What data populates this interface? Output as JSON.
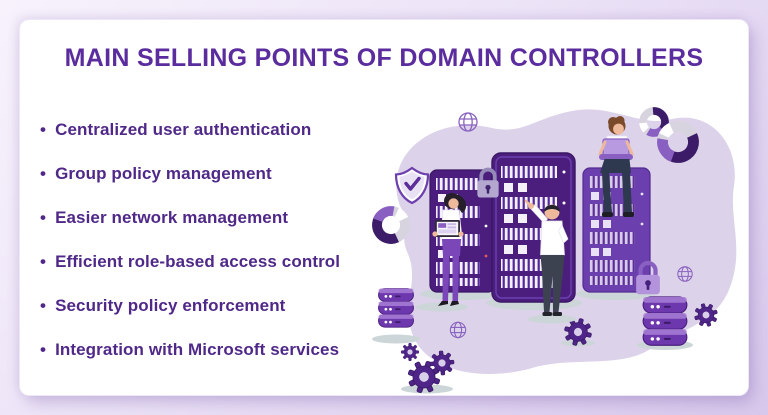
{
  "header": {
    "title": "MAIN SELLING POINTS OF DOMAIN CONTROLLERS"
  },
  "bullets": {
    "items": [
      "Centralized user authentication",
      "Group policy management",
      "Easier network management",
      "Efficient role-based access control",
      "Security policy enforcement",
      "Integration with Microsoft services"
    ]
  },
  "colors": {
    "title_text": "#5b2c9e",
    "bullet_text": "#4f2888",
    "card_background": "#ffffff",
    "frame_background": "#e3d7f2",
    "blob": "#dcd2e9",
    "rack_dark": "#4b1e7e",
    "rack_light": "#6b3fae",
    "accent_purple": "#5d2d9a"
  },
  "illustration": {
    "description": "Three purple server rack cabinets with IT staff: a woman checking a monitoring dashboard, a man pointing at a server rack, and a man sitting on top of a rack with a laptop, surrounded by security, database, gear, globe and chart icons",
    "icons": [
      "globe-icon",
      "shield-check-icon",
      "padlock-icon",
      "donut-chart-icon",
      "database-icon",
      "gear-icon",
      "server-rack"
    ]
  }
}
